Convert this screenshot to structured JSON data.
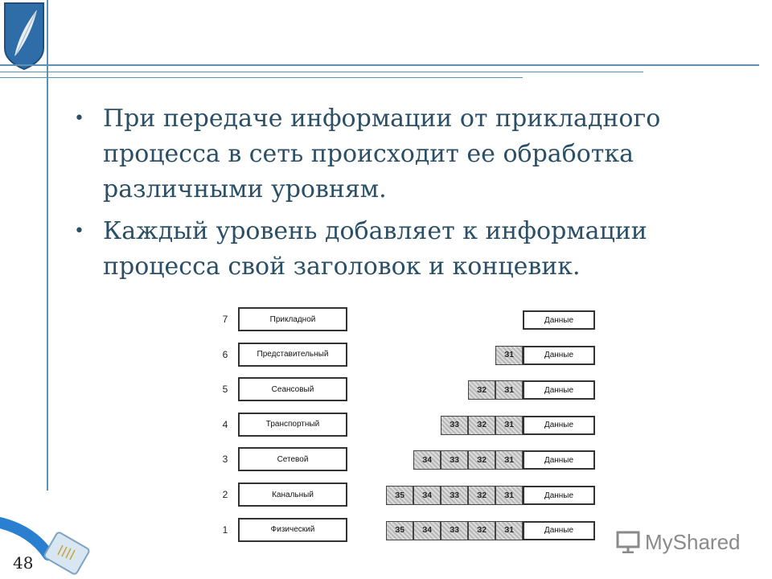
{
  "slide": {
    "bullets": [
      "При передаче информации от прикладного процесса в сеть происходит ее обработка различными уровням.",
      "Каждый уровень добавляет к информации процесса свой заголовок и концевик."
    ],
    "page_number": "48",
    "watermark": "MyShared"
  },
  "diagram": {
    "levels": [
      {
        "num": "7",
        "name": "Прикладной",
        "headers": []
      },
      {
        "num": "6",
        "name": "Представительный",
        "headers": [
          "З1"
        ]
      },
      {
        "num": "5",
        "name": "Сеансовый",
        "headers": [
          "З2",
          "З1"
        ]
      },
      {
        "num": "4",
        "name": "Транспортный",
        "headers": [
          "З3",
          "З2",
          "З1"
        ]
      },
      {
        "num": "3",
        "name": "Сетевой",
        "headers": [
          "З4",
          "З3",
          "З2",
          "З1"
        ]
      },
      {
        "num": "2",
        "name": "Канальный",
        "headers": [
          "З5",
          "З4",
          "З3",
          "З2",
          "З1"
        ]
      },
      {
        "num": "1",
        "name": "Физический",
        "headers": [
          "З5",
          "З4",
          "З3",
          "З2",
          "З1"
        ]
      }
    ],
    "data_label": "Данные"
  },
  "colors": {
    "accent_line": "#5e8fb4",
    "text": "#2a4f66"
  }
}
